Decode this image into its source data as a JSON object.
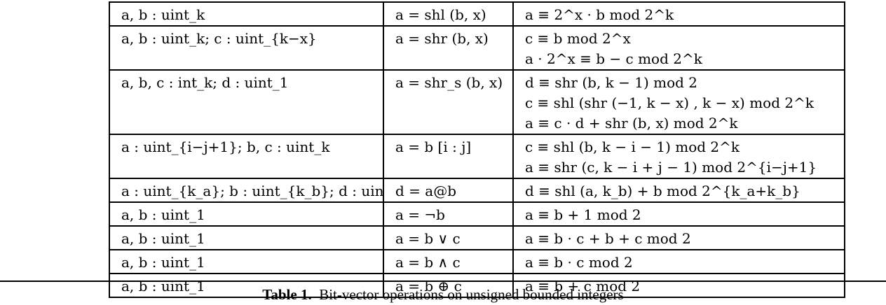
{
  "table": {
    "rows": [
      {
        "type": "a, b : uint_k",
        "op": "a = shl (b, x)",
        "def": [
          "a ≡ 2^x · b  mod 2^k"
        ]
      },
      {
        "type": "a, b : uint_k; c : uint_{k−x}",
        "op": "a = shr (b, x)",
        "def": [
          "c ≡ b  mod 2^x",
          "a · 2^x ≡ b − c  mod 2^k"
        ]
      },
      {
        "type": "a, b, c : int_k; d : uint_1",
        "op": "a = shr_s (b, x)",
        "def": [
          "d ≡ shr (b, k − 1)  mod 2",
          "c ≡ shl (shr (−1, k − x) , k − x)  mod 2^k",
          "a ≡ c · d + shr (b, x)  mod 2^k"
        ]
      },
      {
        "type": "a : uint_{i−j+1}; b, c : uint_k",
        "op": "a = b [i : j]",
        "def": [
          "c ≡ shl (b, k − i − 1)  mod 2^k",
          "a ≡ shr (c, k − i + j − 1)  mod 2^{i−j+1}"
        ]
      },
      {
        "type": "a : uint_{k_a}; b : uint_{k_b}; d : uint_{k_a+k_b}",
        "op": "d = a@b",
        "def": [
          "d ≡ shl (a, k_b) + b  mod 2^{k_a+k_b}"
        ]
      },
      {
        "type": "a, b : uint_1",
        "op": "a = ¬b",
        "def": [
          "a ≡ b + 1  mod 2"
        ]
      },
      {
        "type": "a, b : uint_1",
        "op": "a = b ∨ c",
        "def": [
          "a ≡ b · c + b + c  mod 2"
        ]
      },
      {
        "type": "a, b : uint_1",
        "op": "a = b ∧ c",
        "def": [
          "a ≡ b · c  mod 2"
        ]
      },
      {
        "type": "a, b : uint_1",
        "op": "a = b ⊕ c",
        "def": [
          "a ≡ b + c  mod 2"
        ]
      }
    ]
  },
  "caption": {
    "label": "Table 1.",
    "text": "Bit-vector operations on unsigned bounded integers"
  }
}
